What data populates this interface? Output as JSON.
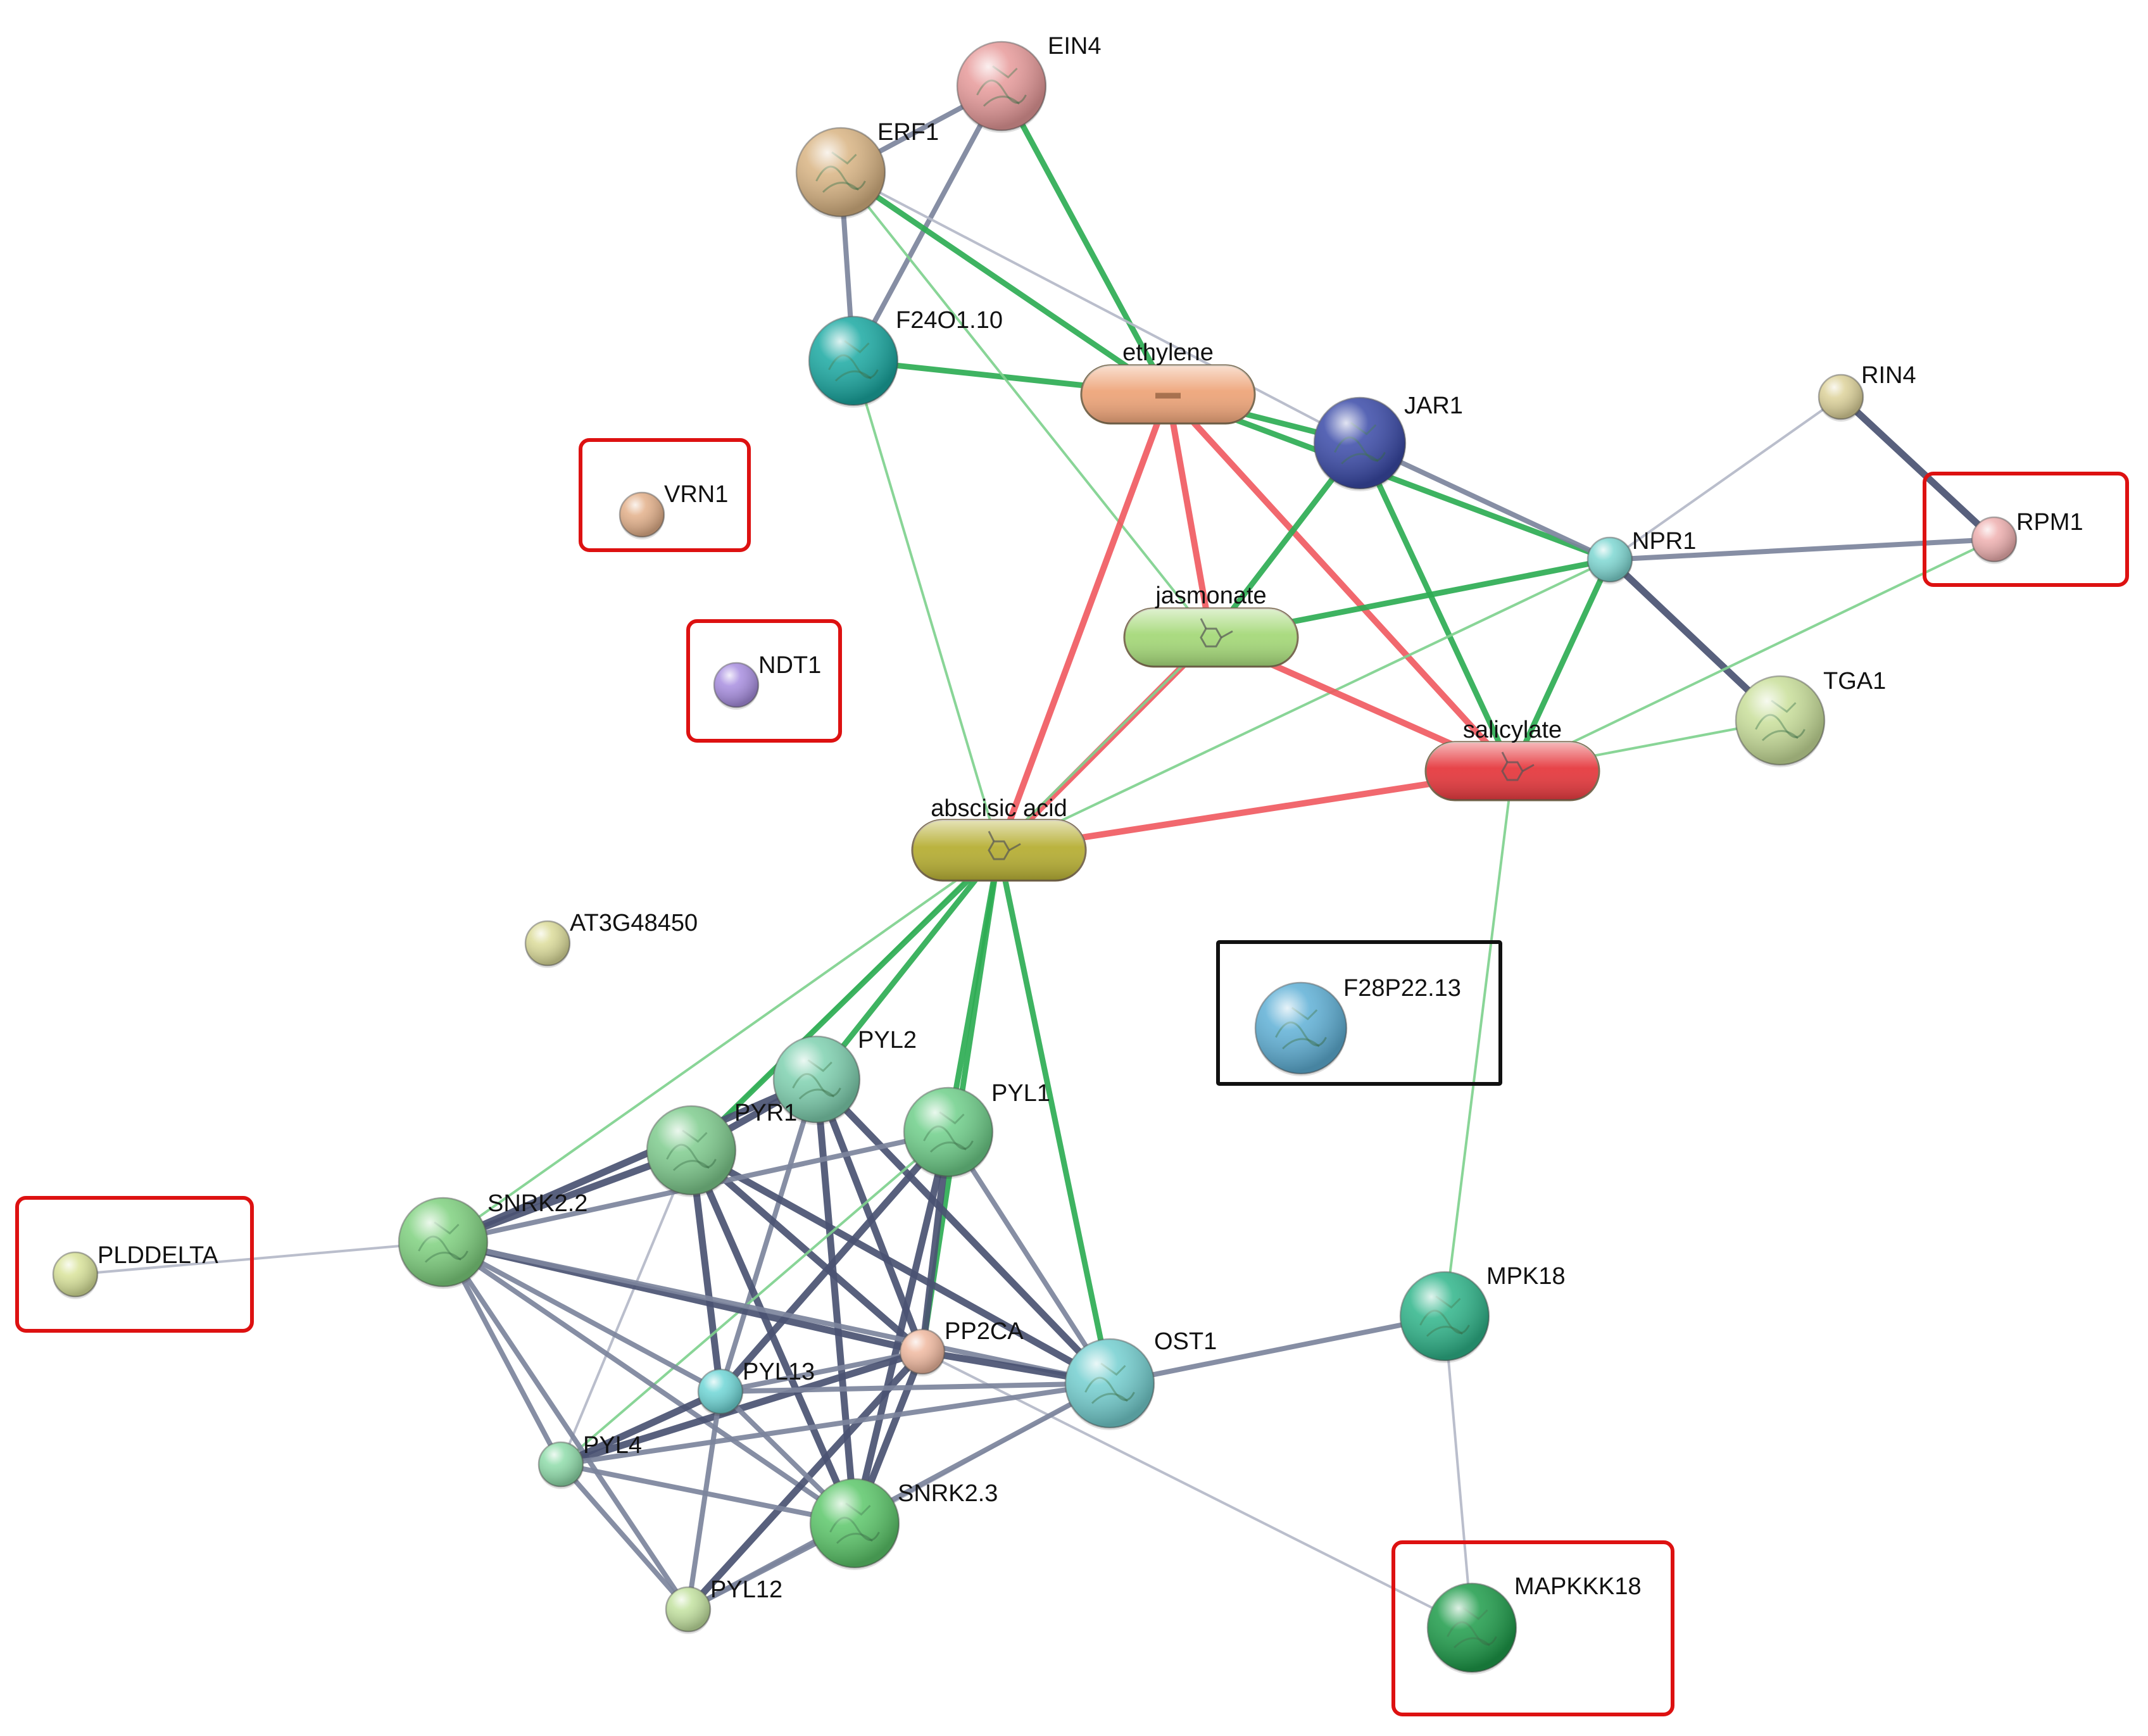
{
  "network": {
    "nodes": [
      {
        "id": "EIN4",
        "label": "EIN4",
        "shape": "sphere",
        "color": "#e79a9a"
      },
      {
        "id": "ERF1",
        "label": "ERF1",
        "shape": "sphere",
        "color": "#d9b483"
      },
      {
        "id": "F24O1.10",
        "label": "F24O1.10",
        "shape": "sphere",
        "color": "#1aa9a2"
      },
      {
        "id": "ethylene",
        "label": "ethylene",
        "shape": "pill",
        "color": "#eea57a"
      },
      {
        "id": "JAR1",
        "label": "JAR1",
        "shape": "sphere",
        "color": "#3a4aa8"
      },
      {
        "id": "RIN4",
        "label": "RIN4",
        "shape": "sphere",
        "color": "#ddd29a"
      },
      {
        "id": "VRN1",
        "label": "VRN1",
        "shape": "sphere",
        "color": "#e3b08a"
      },
      {
        "id": "NPR1",
        "label": "NPR1",
        "shape": "sphere",
        "color": "#7ed7d2"
      },
      {
        "id": "RPM1",
        "label": "RPM1",
        "shape": "sphere",
        "color": "#efb0b0"
      },
      {
        "id": "jasmonate",
        "label": "jasmonate",
        "shape": "pill",
        "color": "#a6d97a"
      },
      {
        "id": "NDT1",
        "label": "NDT1",
        "shape": "sphere",
        "color": "#a88ee0"
      },
      {
        "id": "TGA1",
        "label": "TGA1",
        "shape": "sphere",
        "color": "#c9df9a"
      },
      {
        "id": "salicylate",
        "label": "salicylate",
        "shape": "pill",
        "color": "#e63a3f"
      },
      {
        "id": "abscisic acid",
        "label": "abscisic acid",
        "shape": "pill",
        "color": "#b7af35"
      },
      {
        "id": "AT3G48450",
        "label": "AT3G48450",
        "shape": "sphere",
        "color": "#dcdc9a"
      },
      {
        "id": "F28P22.13",
        "label": "F28P22.13",
        "shape": "sphere",
        "color": "#5fb0d6"
      },
      {
        "id": "PYL2",
        "label": "PYL2",
        "shape": "sphere",
        "color": "#7fd1b0"
      },
      {
        "id": "PYR1",
        "label": "PYR1",
        "shape": "sphere",
        "color": "#7fcc8e"
      },
      {
        "id": "PYL1",
        "label": "PYL1",
        "shape": "sphere",
        "color": "#6fcf8a"
      },
      {
        "id": "SNRK2.2",
        "label": "SNRK2.2",
        "shape": "sphere",
        "color": "#7fd17f"
      },
      {
        "id": "PLDDELTA",
        "label": "PLDDELTA",
        "shape": "sphere",
        "color": "#d9e39a"
      },
      {
        "id": "MPK18",
        "label": "MPK18",
        "shape": "sphere",
        "color": "#2fb58a"
      },
      {
        "id": "PP2CA",
        "label": "PP2CA",
        "shape": "sphere",
        "color": "#f0b9a0"
      },
      {
        "id": "OST1",
        "label": "OST1",
        "shape": "sphere",
        "color": "#74cfd0"
      },
      {
        "id": "PYL13",
        "label": "PYL13",
        "shape": "sphere",
        "color": "#6fd6d6"
      },
      {
        "id": "PYL4",
        "label": "PYL4",
        "shape": "sphere",
        "color": "#8fdcaa"
      },
      {
        "id": "SNRK2.3",
        "label": "SNRK2.3",
        "shape": "sphere",
        "color": "#5cc76a"
      },
      {
        "id": "PYL12",
        "label": "PYL12",
        "shape": "sphere",
        "color": "#c3e2a0"
      },
      {
        "id": "MAPKKK18",
        "label": "MAPKKK18",
        "shape": "sphere",
        "color": "#1e9c4a"
      }
    ],
    "edges": [
      [
        "ERF1",
        "EIN4",
        "gray"
      ],
      [
        "ERF1",
        "F24O1.10",
        "gray"
      ],
      [
        "EIN4",
        "F24O1.10",
        "gray"
      ],
      [
        "EIN4",
        "ethylene",
        "green"
      ],
      [
        "ERF1",
        "ethylene",
        "green"
      ],
      [
        "F24O1.10",
        "ethylene",
        "green"
      ],
      [
        "ERF1",
        "JAR1",
        "lightgray"
      ],
      [
        "ERF1",
        "jasmonate",
        "lightgreen"
      ],
      [
        "F24O1.10",
        "abscisic acid",
        "lightgreen"
      ],
      [
        "ethylene",
        "JAR1",
        "green"
      ],
      [
        "ethylene",
        "NPR1",
        "green"
      ],
      [
        "ethylene",
        "jasmonate",
        "red"
      ],
      [
        "ethylene",
        "salicylate",
        "red"
      ],
      [
        "ethylene",
        "abscisic acid",
        "red"
      ],
      [
        "JAR1",
        "NPR1",
        "gray"
      ],
      [
        "JAR1",
        "jasmonate",
        "green"
      ],
      [
        "JAR1",
        "salicylate",
        "green"
      ],
      [
        "RIN4",
        "RPM1",
        "darkgray"
      ],
      [
        "RIN4",
        "NPR1",
        "lightgray"
      ],
      [
        "NPR1",
        "RPM1",
        "gray"
      ],
      [
        "NPR1",
        "TGA1",
        "darkgray"
      ],
      [
        "NPR1",
        "jasmonate",
        "green"
      ],
      [
        "NPR1",
        "salicylate",
        "green"
      ],
      [
        "NPR1",
        "abscisic acid",
        "lightgreen"
      ],
      [
        "RPM1",
        "salicylate",
        "lightgreen"
      ],
      [
        "TGA1",
        "salicylate",
        "lightgreen"
      ],
      [
        "jasmonate",
        "salicylate",
        "red"
      ],
      [
        "jasmonate",
        "abscisic acid",
        "red"
      ],
      [
        "jasmonate",
        "PYR1",
        "lightgreen"
      ],
      [
        "salicylate",
        "abscisic acid",
        "red"
      ],
      [
        "salicylate",
        "MPK18",
        "lightgreen"
      ],
      [
        "abscisic acid",
        "PYL2",
        "green"
      ],
      [
        "abscisic acid",
        "PYR1",
        "green"
      ],
      [
        "abscisic acid",
        "PYL1",
        "green"
      ],
      [
        "abscisic acid",
        "OST1",
        "green"
      ],
      [
        "abscisic acid",
        "SNRK2.2",
        "lightgreen"
      ],
      [
        "abscisic acid",
        "PP2CA",
        "green"
      ],
      [
        "PYL2",
        "PYR1",
        "darkgray"
      ],
      [
        "PYL2",
        "SNRK2.2",
        "darkgray"
      ],
      [
        "PYL2",
        "PP2CA",
        "darkgray"
      ],
      [
        "PYL2",
        "OST1",
        "darkgray"
      ],
      [
        "PYL2",
        "SNRK2.3",
        "darkgray"
      ],
      [
        "PYL2",
        "PYL13",
        "gray"
      ],
      [
        "PYR1",
        "SNRK2.2",
        "darkgray"
      ],
      [
        "PYR1",
        "PP2CA",
        "darkgray"
      ],
      [
        "PYR1",
        "OST1",
        "darkgray"
      ],
      [
        "PYR1",
        "SNRK2.3",
        "darkgray"
      ],
      [
        "PYR1",
        "PYL13",
        "darkgray"
      ],
      [
        "PYR1",
        "PYL4",
        "lightgray"
      ],
      [
        "PYL1",
        "PP2CA",
        "darkgray"
      ],
      [
        "PYL1",
        "OST1",
        "gray"
      ],
      [
        "PYL1",
        "SNRK2.3",
        "darkgray"
      ],
      [
        "PYL1",
        "PYL13",
        "darkgray"
      ],
      [
        "PYL1",
        "SNRK2.2",
        "gray"
      ],
      [
        "PYL1",
        "PYL4",
        "lightgreen"
      ],
      [
        "SNRK2.2",
        "PP2CA",
        "darkgray"
      ],
      [
        "SNRK2.2",
        "OST1",
        "gray"
      ],
      [
        "SNRK2.2",
        "PYL4",
        "gray"
      ],
      [
        "SNRK2.2",
        "PYL12",
        "gray"
      ],
      [
        "SNRK2.2",
        "SNRK2.3",
        "gray"
      ],
      [
        "SNRK2.2",
        "PYL13",
        "gray"
      ],
      [
        "SNRK2.2",
        "PLDDELTA",
        "lightgray"
      ],
      [
        "PP2CA",
        "OST1",
        "darkgray"
      ],
      [
        "PP2CA",
        "SNRK2.3",
        "darkgray"
      ],
      [
        "PP2CA",
        "PYL13",
        "gray"
      ],
      [
        "PP2CA",
        "PYL4",
        "darkgray"
      ],
      [
        "PP2CA",
        "PYL12",
        "darkgray"
      ],
      [
        "PP2CA",
        "MAPKKK18",
        "lightgray"
      ],
      [
        "OST1",
        "MPK18",
        "gray"
      ],
      [
        "OST1",
        "PYL4",
        "gray"
      ],
      [
        "OST1",
        "PYL13",
        "gray"
      ],
      [
        "OST1",
        "SNRK2.3",
        "lightgray"
      ],
      [
        "OST1",
        "PYL12",
        "gray"
      ],
      [
        "MPK18",
        "MAPKKK18",
        "lightgray"
      ],
      [
        "PYL13",
        "PYL4",
        "darkgray"
      ],
      [
        "PYL13",
        "SNRK2.3",
        "gray"
      ],
      [
        "PYL13",
        "PYL12",
        "gray"
      ],
      [
        "PYL4",
        "SNRK2.3",
        "gray"
      ],
      [
        "PYL4",
        "PYL12",
        "gray"
      ],
      [
        "SNRK2.3",
        "PYL12",
        "gray"
      ]
    ],
    "highlight_boxes": [
      {
        "node": "VRN1",
        "color": "#dd1111"
      },
      {
        "node": "NDT1",
        "color": "#dd1111"
      },
      {
        "node": "RPM1",
        "color": "#dd1111"
      },
      {
        "node": "PLDDELTA",
        "color": "#dd1111"
      },
      {
        "node": "MAPKKK18",
        "color": "#dd1111"
      },
      {
        "node": "F28P22.13",
        "color": "#111111"
      }
    ],
    "edge_colors": {
      "green": "#2eac54",
      "lightgreen": "#7fd18e",
      "red": "#f0585e",
      "gray": "#7c849c",
      "darkgray": "#4a5272",
      "lightgray": "#b4b8c8"
    }
  }
}
